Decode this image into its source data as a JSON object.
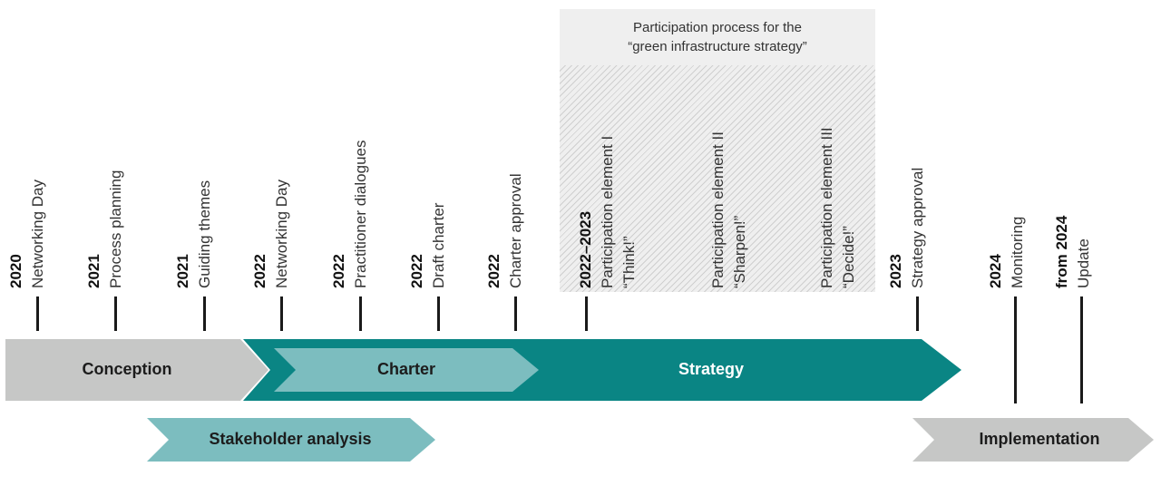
{
  "header": {
    "line1": "Participation process for the",
    "line2": "“green infrastructure strategy”"
  },
  "milestones": [
    {
      "year": "2020",
      "label": "Networking Day"
    },
    {
      "year": "2021",
      "label": "Process planning"
    },
    {
      "year": "2021",
      "label": "Guiding themes"
    },
    {
      "year": "2022",
      "label": "Networking Day"
    },
    {
      "year": "2022",
      "label": "Practitioner dialogues"
    },
    {
      "year": "2022",
      "label": "Draft charter"
    },
    {
      "year": "2022",
      "label": "Charter approval"
    },
    {
      "year": "2022–2023",
      "label": "Participation element I",
      "label2": "“Think!”"
    },
    {
      "year": "",
      "label": "Participation element II",
      "label2": "“Sharpen!”"
    },
    {
      "year": "",
      "label": "Participation element III",
      "label2": "“Decide!”"
    },
    {
      "year": "2023",
      "label": "Strategy approval"
    },
    {
      "year": "2024",
      "label": "Monitoring"
    },
    {
      "year": "from 2024",
      "label": "Update"
    }
  ],
  "phases": {
    "conception": "Conception",
    "charter": "Charter",
    "strategy": "Strategy",
    "stakeholder": "Stakeholder analysis",
    "implementation": "Implementation"
  },
  "colors": {
    "grey": "#c6c7c6",
    "teal_dark": "#0a8584",
    "teal_light": "#7cbdbf",
    "hatch_bg": "#efefef"
  }
}
